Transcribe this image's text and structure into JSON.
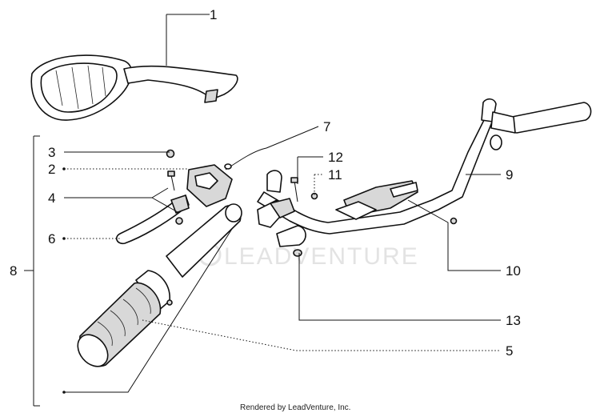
{
  "diagram": {
    "callouts": [
      "1",
      "2",
      "3",
      "4",
      "5",
      "6",
      "7",
      "8",
      "9",
      "10",
      "11",
      "12",
      "13"
    ],
    "watermark": "LEADVENTURE",
    "credit": "Rendered by LeadVenture, Inc."
  },
  "parts": [
    {
      "number": "1",
      "item": "mirror-icon"
    },
    {
      "number": "3",
      "item": "screw-icon"
    },
    {
      "number": "4",
      "item": "bolt-icon"
    },
    {
      "number": "5",
      "item": "grip-icon"
    },
    {
      "number": "6",
      "item": "brake-lever-icon"
    },
    {
      "number": "7",
      "item": "switch-icon"
    },
    {
      "number": "9",
      "item": "handlebar-icon"
    },
    {
      "number": "10",
      "item": "screw-icon"
    },
    {
      "number": "11",
      "item": "nut-icon"
    },
    {
      "number": "12",
      "item": "bolt-icon"
    },
    {
      "number": "13",
      "item": "clamp-icon"
    }
  ]
}
